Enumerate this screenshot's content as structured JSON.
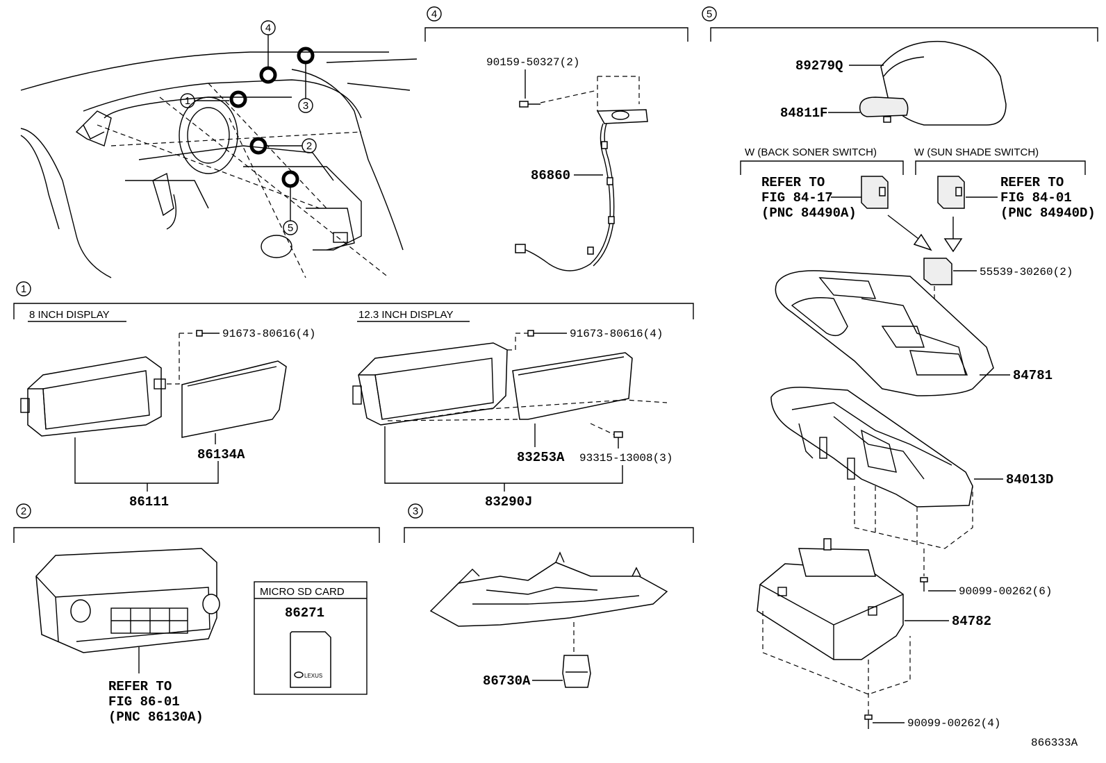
{
  "sections": {
    "s1": {
      "num": "1",
      "sub_a": "8 INCH DISPLAY",
      "sub_b": "12.3 INCH DISPLAY"
    },
    "s2": {
      "num": "2"
    },
    "s3": {
      "num": "3"
    },
    "s4": {
      "num": "4"
    },
    "s5": {
      "num": "5",
      "sub_a": "W (BACK SONER SWITCH)",
      "sub_b": "W (SUN SHADE SWITCH)"
    }
  },
  "overview_callouts": [
    "1",
    "2",
    "3",
    "4",
    "5"
  ],
  "parts": {
    "p90159": "90159-50327(2)",
    "p86860": "86860",
    "p89279Q": "89279Q",
    "p84811F": "84811F",
    "p91673a": "91673-80616(4)",
    "p91673b": "91673-80616(4)",
    "p86134A": "86134A",
    "p86111": "86111",
    "p83253A": "83253A",
    "p93315": "93315-13008(3)",
    "p83290J": "83290J",
    "p86730A": "86730A",
    "p55539": "55539-30260(2)",
    "p84781": "84781",
    "p84013D": "84013D",
    "p90099a": "90099-00262(6)",
    "p84782": "84782",
    "p90099b": "90099-00262(4)",
    "p86271": "86271"
  },
  "refs": {
    "back_soner": [
      "REFER TO",
      "FIG 84-17",
      "(PNC 84490A)"
    ],
    "sun_shade": [
      "REFER TO",
      "FIG 84-01",
      "(PNC 84940D)"
    ],
    "radio": [
      "REFER TO",
      "FIG 86-01",
      "(PNC 86130A)"
    ]
  },
  "sd_card": {
    "title": "MICRO SD CARD",
    "logo": "LEXUS"
  },
  "figure_id": "866333A"
}
